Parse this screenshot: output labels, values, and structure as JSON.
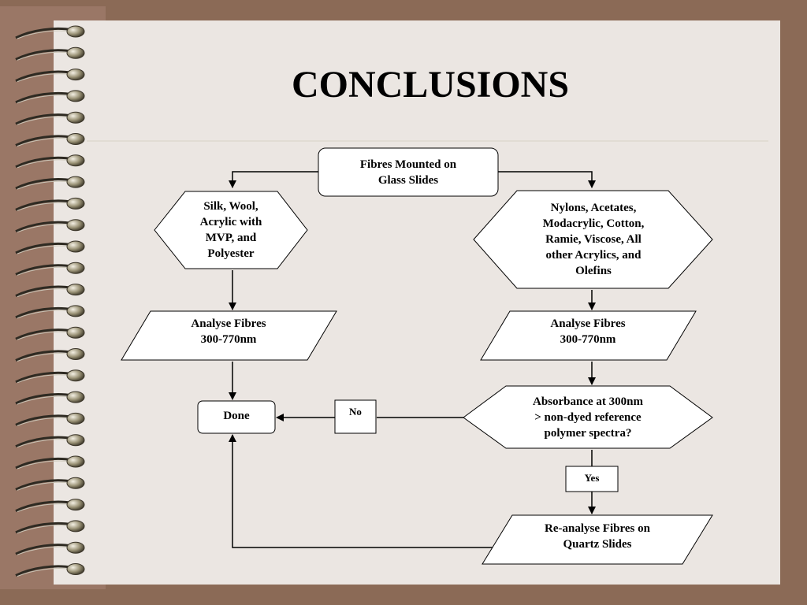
{
  "title": "CONCLUSIONS",
  "colors": {
    "background": "#8b6a56",
    "paper": "#ebe6e2",
    "spine": "#9a7766",
    "line": "#000000",
    "box_fill": "#ffffff"
  },
  "decoration": {
    "binding": "spiral-rings-icon",
    "ring_count": 26
  },
  "flowchart": {
    "start": "Fibres Mounted on\nGlass Slides",
    "left_branch": {
      "fibres": "Silk, Wool,\nAcrylic with\nMVP, and\nPolyester",
      "analyse": "Analyse Fibres\n300-770nm",
      "done": "Done"
    },
    "right_branch": {
      "fibres": "Nylons, Acetates,\nModacrylic, Cotton,\nRamie, Viscose, All\nother Acrylics, and\nOlefins",
      "analyse": "Analyse Fibres\n300-770nm",
      "decision": "Absorbance at 300nm\n> non-dyed reference\npolymer spectra?",
      "no_label": "No",
      "yes_label": "Yes",
      "reanalyse": "Re-analyse Fibres on\nQuartz Slides"
    }
  }
}
